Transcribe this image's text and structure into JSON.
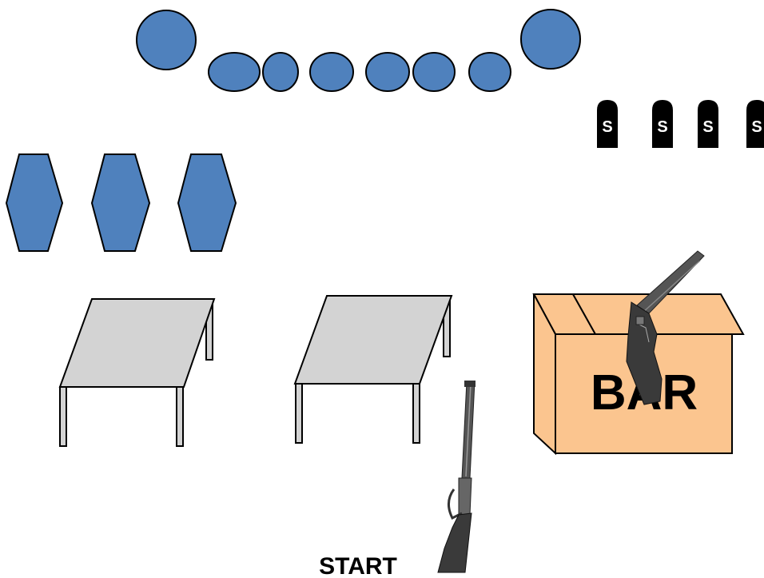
{
  "labels": {
    "start": "START",
    "bar": "BAR"
  },
  "steel_plates": {
    "letters": [
      "S",
      "S",
      "S",
      "S"
    ]
  },
  "icons": {
    "round_target": "round-steel-target",
    "hex_target": "hex-paper-target",
    "steel_plate": "steel-popper-plate",
    "table": "shooting-table",
    "box": "bar-box",
    "rifle": "lever-action-rifle",
    "shotgun": "double-barrel-shotgun"
  },
  "colors": {
    "target_fill": "#4f81bd",
    "target_stroke": "#000000",
    "table_top": "#d3d3d3",
    "box_fill": "#fbc58f",
    "plate_fill": "#000000",
    "text": "#000000"
  }
}
